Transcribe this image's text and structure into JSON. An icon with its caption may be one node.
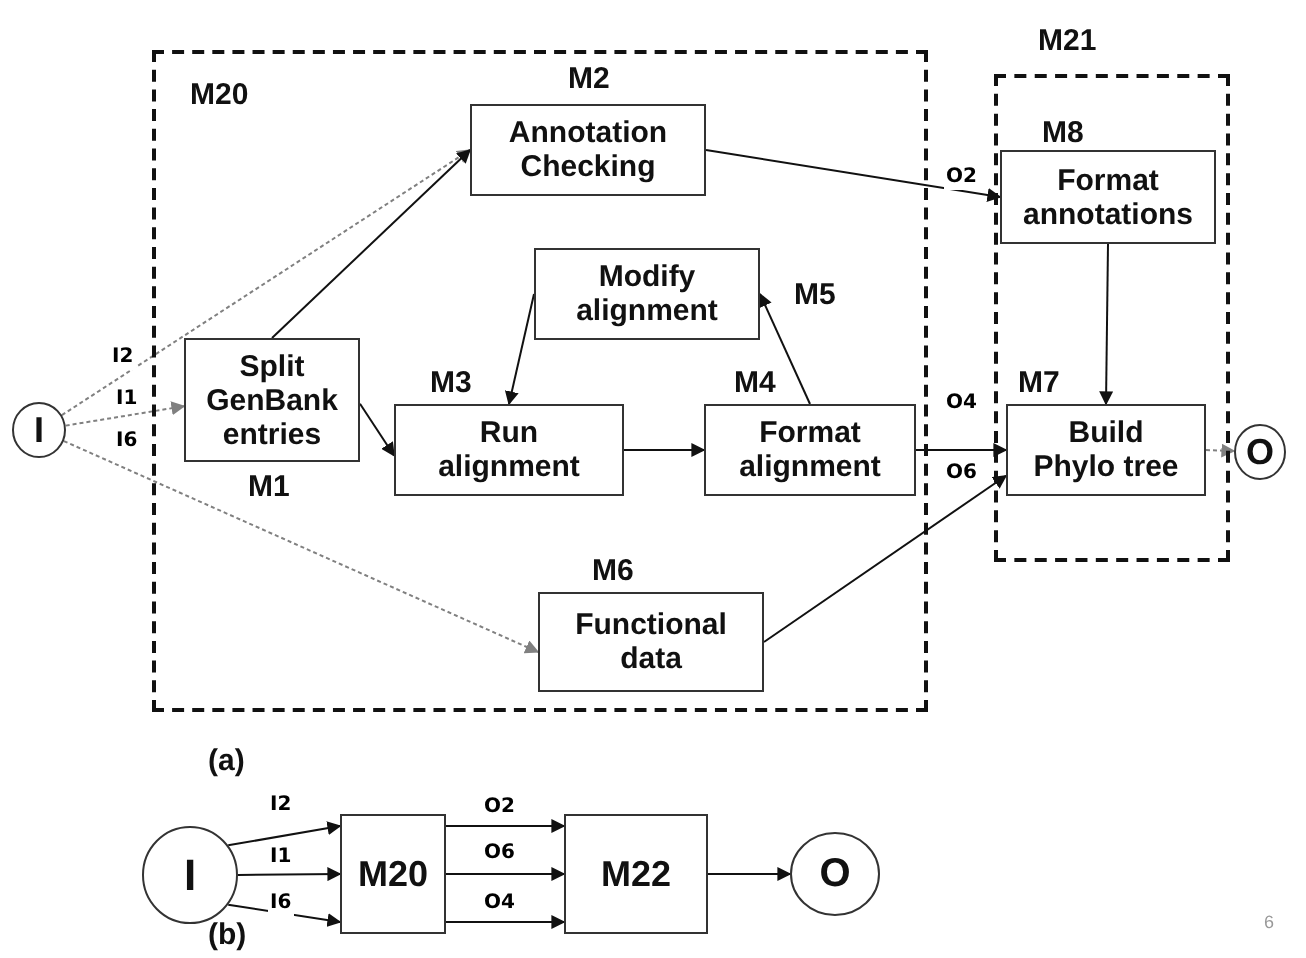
{
  "diagram": {
    "nodes": [
      {
        "text": [
          "M20"
        ]
      },
      {
        "text": [
          "M21"
        ]
      },
      {
        "text": [
          "I"
        ]
      },
      {
        "text": [
          "Split GenBank entries"
        ],
        "in": 0,
        "beside": [
          "M1"
        ]
      },
      {
        "text": [
          "Annotation Checking"
        ],
        "in": 0,
        "beside": [
          "M2"
        ]
      },
      {
        "text": [
          "Modify alignment"
        ],
        "in": 0,
        "beside": [
          "M5"
        ]
      },
      {
        "text": [
          "Run alignment"
        ],
        "in": 0,
        "beside": [
          "M3"
        ]
      },
      {
        "text": [
          "Format alignment"
        ],
        "in": 0,
        "beside": [
          "M4"
        ]
      },
      {
        "text": [
          "Functional data"
        ],
        "in": 0,
        "beside": [
          "M6"
        ]
      },
      {
        "text": [
          "Format annotations"
        ],
        "in": 1,
        "beside": [
          "M8"
        ]
      },
      {
        "text": [
          "Build Phylo tree"
        ],
        "in": 1,
        "beside": [
          "M7"
        ]
      },
      {
        "text": [
          "O"
        ]
      },
      {
        "text": [
          "I"
        ]
      },
      {
        "text": [
          "M20"
        ]
      },
      {
        "text": [
          "M22"
        ]
      },
      {
        "text": [
          "O"
        ]
      }
    ],
    "edges": [
      {
        "from": 2,
        "to": 3,
        "arrow": "to",
        "label": "I1",
        "style": "dashed",
        "color": "#808080"
      },
      {
        "from": 2,
        "to": 4,
        "arrow": "to",
        "label": "I2",
        "style": "dashed",
        "color": "#808080"
      },
      {
        "from": 2,
        "to": 8,
        "arrow": "to",
        "label": "I6",
        "style": "dashed",
        "color": "#808080"
      },
      {
        "from": 3,
        "to": 4,
        "arrow": "to"
      },
      {
        "from": 3,
        "to": 6,
        "arrow": "to"
      },
      {
        "from": 5,
        "to": 6,
        "arrow": "to"
      },
      {
        "from": 6,
        "to": 7,
        "arrow": "to"
      },
      {
        "from": 7,
        "to": 5,
        "arrow": "to"
      },
      {
        "from": 4,
        "to": 9,
        "arrow": "to",
        "label": "O2"
      },
      {
        "from": 7,
        "to": 10,
        "arrow": "to",
        "label": "O4"
      },
      {
        "from": 8,
        "to": 10,
        "arrow": "to",
        "label": "O6"
      },
      {
        "from": 9,
        "to": 10,
        "arrow": "to"
      },
      {
        "from": 10,
        "to": 11,
        "arrow": "to",
        "style": "dashed",
        "color": "#808080"
      },
      {
        "from": 12,
        "to": 13,
        "arrow": "to",
        "label": "I2"
      },
      {
        "from": 12,
        "to": 13,
        "arrow": "to",
        "label": "I1"
      },
      {
        "from": 12,
        "to": 13,
        "arrow": "to",
        "label": "I6"
      },
      {
        "from": 13,
        "to": 14,
        "arrow": "to",
        "label": "O2"
      },
      {
        "from": 13,
        "to": 14,
        "arrow": "to",
        "label": "O6"
      },
      {
        "from": 13,
        "to": 14,
        "arrow": "to",
        "label": "O4"
      },
      {
        "from": 14,
        "to": 15,
        "arrow": "to"
      }
    ],
    "labels": [
      "(a)",
      "(b)",
      "6"
    ]
  }
}
